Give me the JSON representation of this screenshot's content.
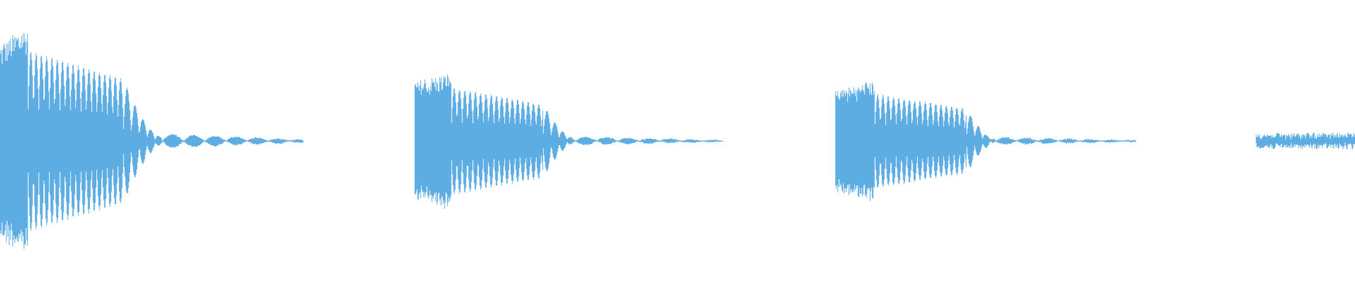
{
  "waveform": {
    "color": "#5DADE2",
    "background": "#FFFFFF",
    "bursts": [
      {
        "peak": 0.98,
        "decay": 1.0,
        "tail_taper": true
      },
      {
        "peak": 0.58,
        "decay": 1.0,
        "tail_taper": true
      },
      {
        "peak": 0.51,
        "decay": 1.0,
        "tail_taper": true
      },
      {
        "peak": 0.05,
        "decay": 0.0,
        "tail_taper": false,
        "truncated": true
      }
    ]
  }
}
